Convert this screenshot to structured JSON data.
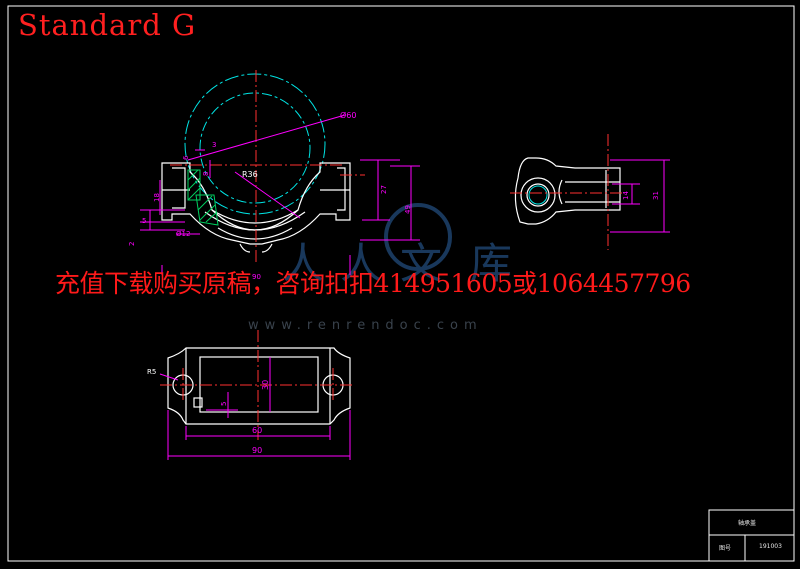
{
  "title": "Standard G",
  "overlay_text": "充值下载购买原稿，咨询扣扣414951605或1064457796",
  "watermark": {
    "chars": [
      "人",
      "人",
      "文",
      "库"
    ],
    "url": "www.renrendoc.com"
  },
  "front_view": {
    "dim_phi": "Ø60",
    "dim_radius": "R36",
    "dim_3": "3",
    "dim_8": "8",
    "dim_6": "6",
    "dim_18": "18",
    "dim_5": "5",
    "dim_2": "2",
    "dim_phi_small": "Ø12",
    "dim_27": "27",
    "dim_49": "49",
    "dim_width": "90"
  },
  "side_view": {
    "dim_14": "14",
    "dim_31": "31"
  },
  "top_view": {
    "dim_r": "R5",
    "dim_30": "30",
    "dim_5": "5",
    "dim_inner": "60",
    "dim_outer": "90"
  },
  "title_block": {
    "part_name": "轴承盖",
    "label": "图号",
    "number": "191003"
  },
  "colors": {
    "background": "#000000",
    "outline": "#ffffff",
    "dimension": "#ff00ff",
    "centerline": "#ff3030",
    "phantom": "#00e5e5",
    "hatch": "#00d060",
    "title": "#ff2020"
  }
}
